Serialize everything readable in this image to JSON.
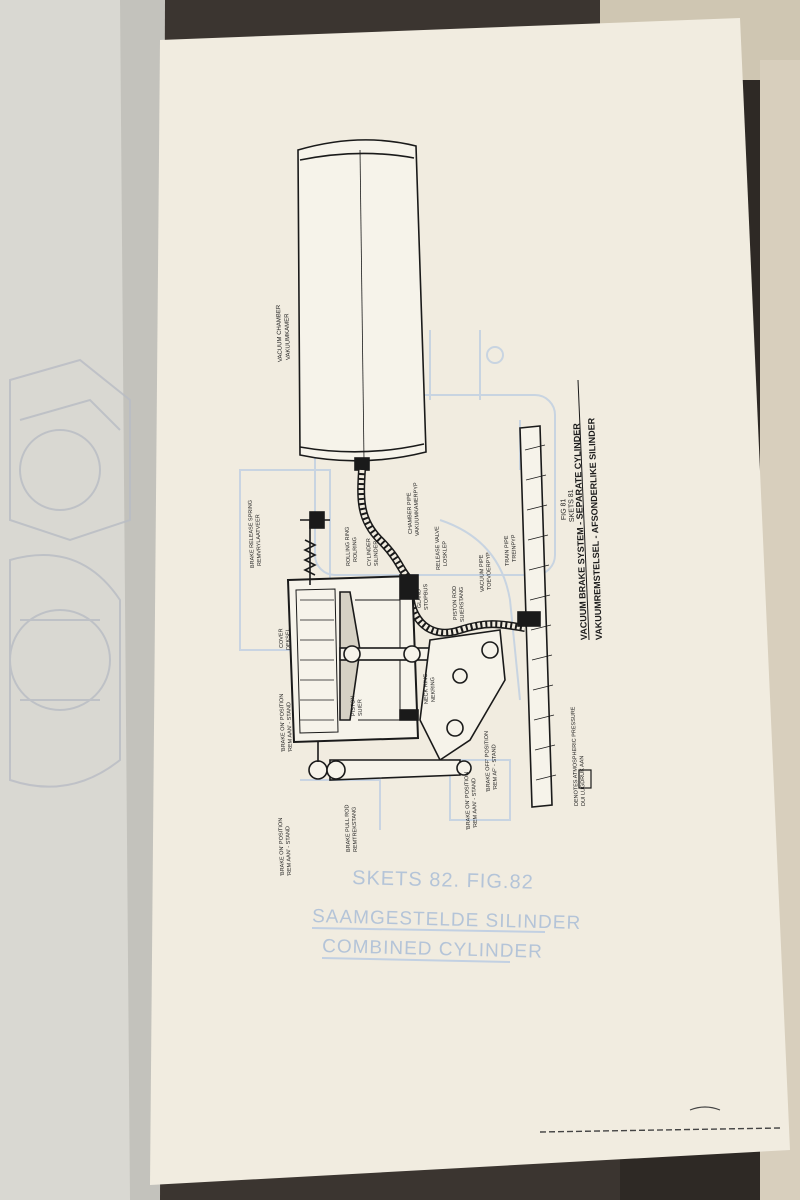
{
  "figure": {
    "number": "FIG 81",
    "number_af": "SKETS 81",
    "caption_en": "VACUUM BRAKE SYSTEM - SEPARATE CYLINDER",
    "caption_af": "VAKUUMREMSTELSEL - AFSONDERLIKE SILINDER"
  },
  "labels": {
    "vacuum_chamber": "VACUUM CHAMBER",
    "vacuum_chamber_af": "VAKUUMKAMER",
    "brake_release_spring": "BRAKE RELEASE SPRING",
    "brake_release_spring_af": "REMVRYLAATVEER",
    "rolling_ring": "ROLLING RING",
    "rolling_ring_af": "ROLRING",
    "cylinder": "CYLINDER",
    "cylinder_af": "SILINDER",
    "chamber_pipe": "CHAMBER PIPE",
    "chamber_pipe_af": "VAKUUMKAMERPYP",
    "release_valve": "RELEASE VALVE",
    "release_valve_af": "LOSKLEP",
    "cover": "COVER",
    "cover_af": "DEKSEL",
    "gland": "GLAND",
    "gland_af": "STOPBUS",
    "piston_rod": "PISTON ROD",
    "piston_rod_af": "SUIERSTANG",
    "vacuum_pipe": "VACUUM PIPE",
    "vacuum_pipe_af": "TOEVOERPYP",
    "train_pipe": "TRAIN PIPE",
    "train_pipe_af": "TREINPYP",
    "piston": "PISTON",
    "piston_af": "SUIER",
    "neck_ring": "NECK RING",
    "neck_ring_af": "NEKRING",
    "brake_on_top": "'BRAKE ON' POSITION",
    "brake_on_top_af": "'REM AAN' - STAND",
    "brake_off": "'BRAKE OFF' POSITION",
    "brake_off_af": "'REM AF' - STAND",
    "brake_on_bottom": "'BRAKE ON' POSITION",
    "brake_on_bottom_af": "'REM AAN' - STAND",
    "brake_pull_rod": "BRAKE PULL ROD",
    "brake_pull_rod_af": "REMTREKSTANG",
    "legend_text": "DENOTES ATMOSPHERIC PRESSURE",
    "legend_text_af": "DUI LUGDRUK AAN"
  },
  "ghost": {
    "line1": "SKETS 82. FIG.82",
    "line2": "SAAMGESTELDE SILINDER",
    "line3": "COMBINED CYLINDER"
  },
  "colors": {
    "paper": "#f1ece0",
    "left_page": "#d9d8d2",
    "ink": "#1a1a1a",
    "ghost_ink": "#b4c4d8",
    "background": "#3b3530"
  }
}
